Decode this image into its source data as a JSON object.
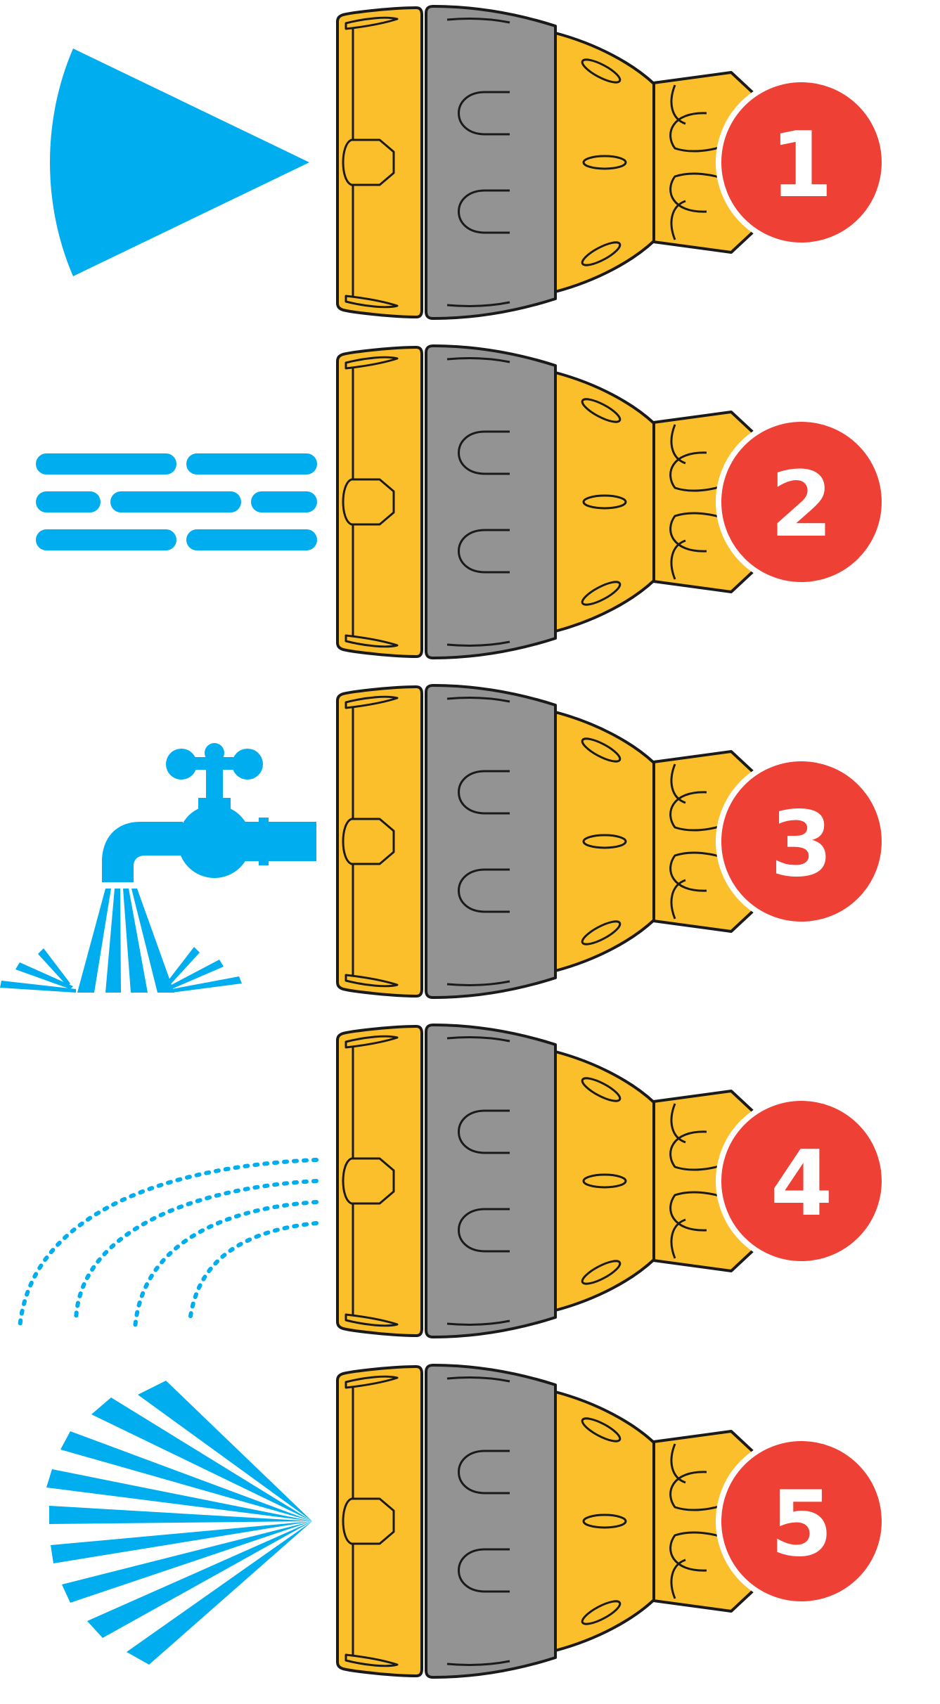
{
  "colors": {
    "water": "#00aeef",
    "nozzle_yellow": "#fcbf2c",
    "nozzle_grey": "#939393",
    "outline": "#1a1a1a",
    "badge_red": "#ee4035",
    "badge_text": "#ffffff"
  },
  "settings": [
    {
      "number": "1",
      "spray_icon": "fan-jet-icon"
    },
    {
      "number": "2",
      "spray_icon": "stream-lines-icon"
    },
    {
      "number": "3",
      "spray_icon": "tap-fill-icon"
    },
    {
      "number": "4",
      "spray_icon": "mist-arc-icon"
    },
    {
      "number": "5",
      "spray_icon": "wide-fan-icon"
    }
  ]
}
